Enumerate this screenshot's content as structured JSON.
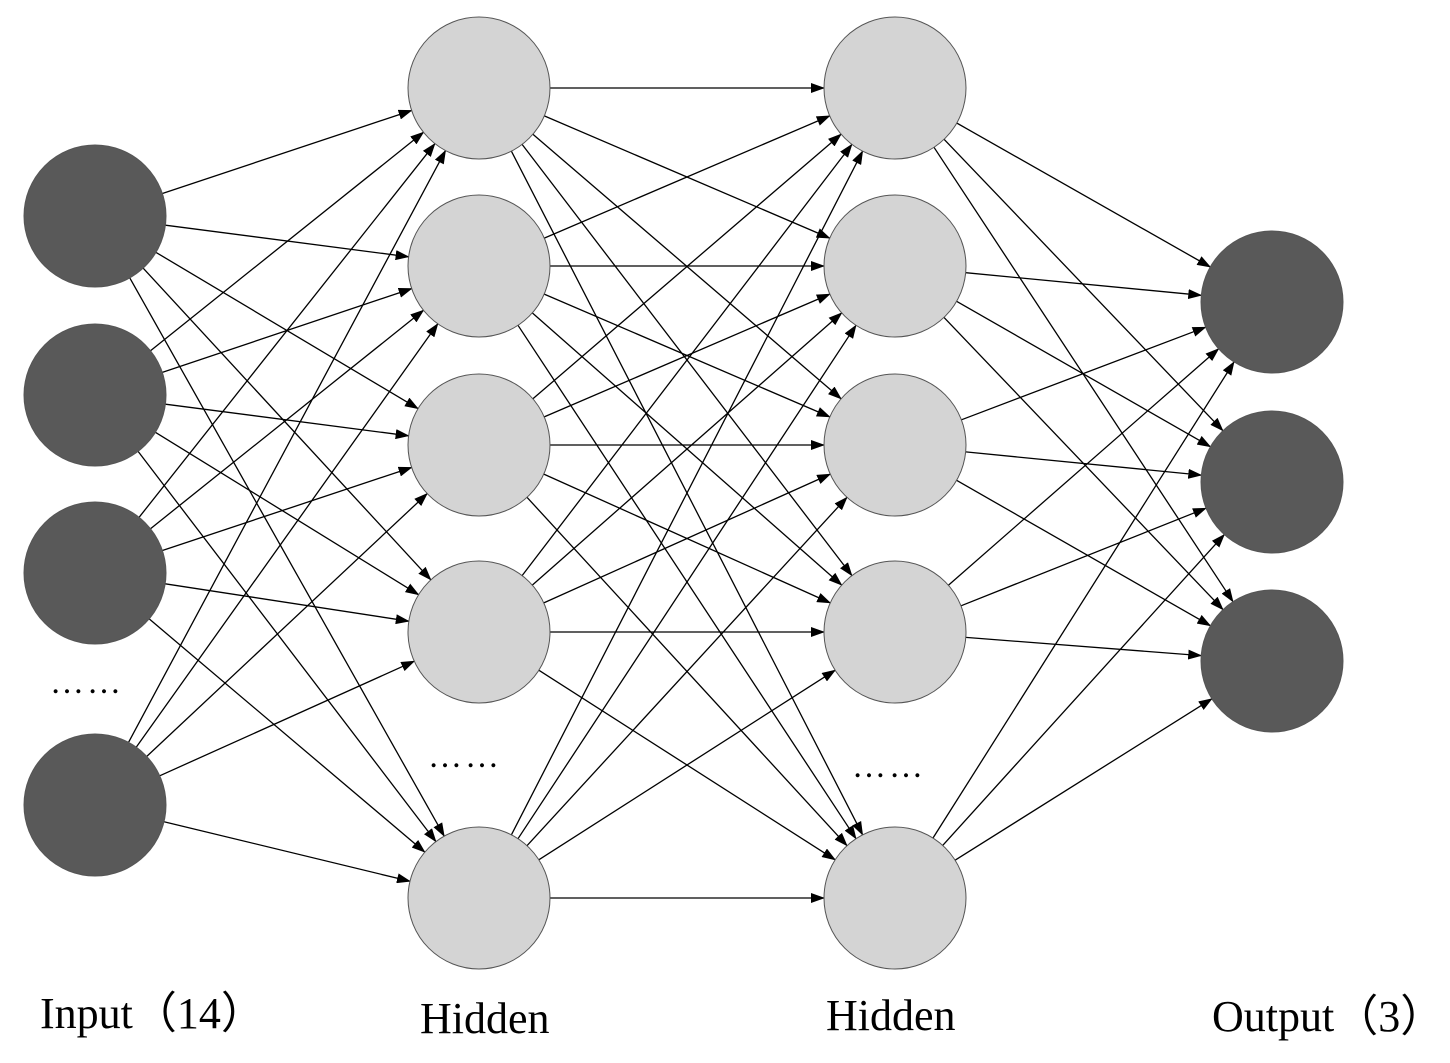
{
  "layers": [
    {
      "label": "Input（14）",
      "node_color": "#595959"
    },
    {
      "label": "Hidden",
      "node_color": "#d4d4d4"
    },
    {
      "label": "Hidden",
      "node_color": "#d4d4d4"
    },
    {
      "label": "Output（3）",
      "node_color": "#595959"
    }
  ],
  "ellipsis": "……",
  "colors": {
    "input_output_node": "#595959",
    "hidden_node": "#d4d4d4",
    "node_stroke": "#555555",
    "edge": "#000000"
  }
}
